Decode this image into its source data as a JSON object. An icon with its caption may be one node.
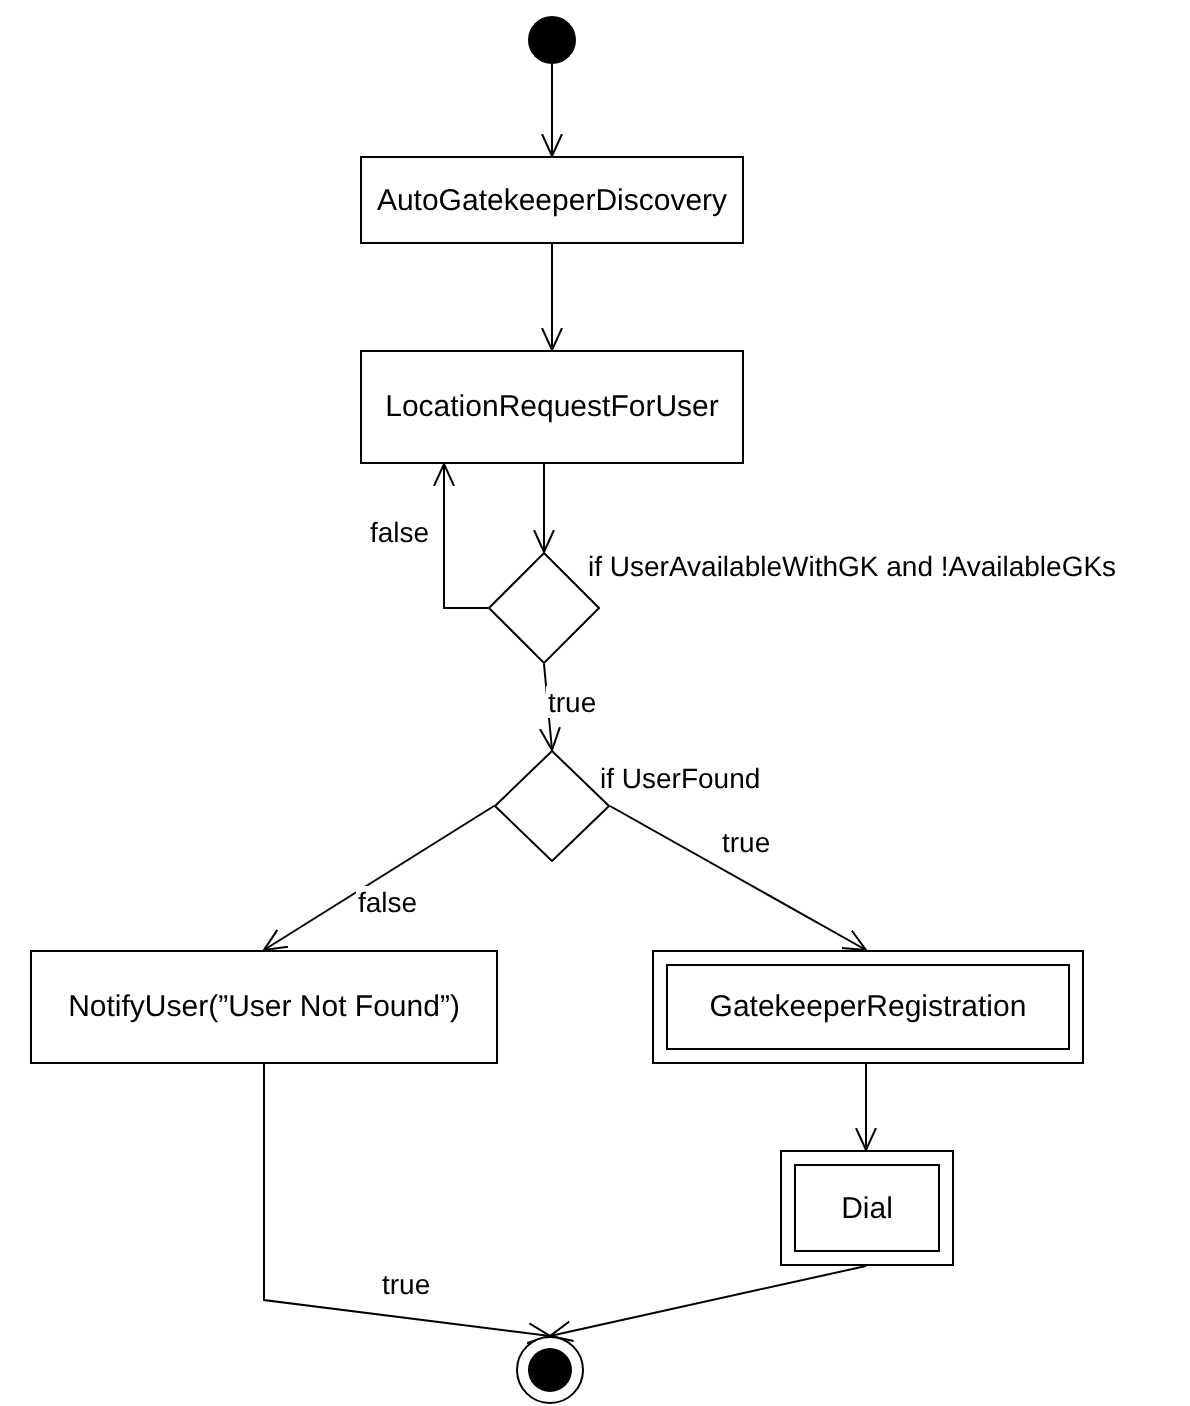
{
  "diagram": {
    "nodes": [
      {
        "text": [],
        "shape": "circle"
      },
      {
        "text": [
          "AutoGatekeeperDiscovery"
        ]
      },
      {
        "text": [
          "LocationRequestForUser"
        ]
      },
      {
        "text": [],
        "shape": "diamond",
        "beside": [
          "if UserAvailableWithGK and !AvailableGKs"
        ]
      },
      {
        "text": [],
        "shape": "diamond",
        "beside": [
          "if UserFound"
        ]
      },
      {
        "text": [
          "NotifyUser(”User Not Found”)"
        ]
      },
      {
        "text": [
          "GatekeeperRegistration"
        ]
      },
      {
        "text": [
          "Dial"
        ]
      },
      {
        "text": [],
        "shape": "circle"
      }
    ],
    "edges": [
      {
        "from": 0,
        "to": 1,
        "arrow": "to"
      },
      {
        "from": 1,
        "to": 2,
        "arrow": "to"
      },
      {
        "from": 2,
        "to": 3,
        "arrow": "to"
      },
      {
        "from": 3,
        "to": 2,
        "arrow": "to",
        "label": "false"
      },
      {
        "from": 3,
        "to": 4,
        "arrow": "to",
        "label": "true"
      },
      {
        "from": 4,
        "to": 5,
        "arrow": "to",
        "label": "false"
      },
      {
        "from": 4,
        "to": 6,
        "arrow": "to",
        "label": "true"
      },
      {
        "from": 5,
        "to": 8,
        "arrow": "to",
        "label": "true"
      },
      {
        "from": 6,
        "to": 7,
        "arrow": "to"
      },
      {
        "from": 7,
        "to": 8,
        "arrow": "to"
      }
    ]
  }
}
